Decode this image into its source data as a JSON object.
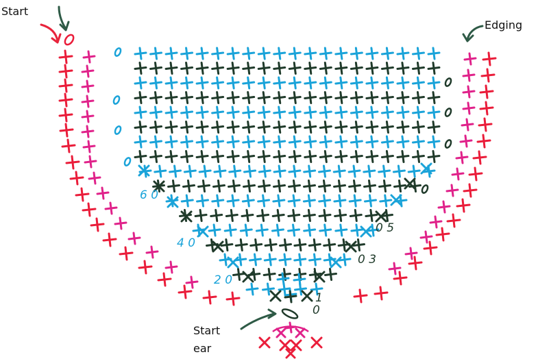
{
  "labels": {
    "start": "Start",
    "edging": "Edging",
    "start_ear_line1": "Start",
    "start_ear_line2": "ear"
  },
  "row_numbers": [
    "0",
    "0",
    "0",
    "0",
    "0",
    "0",
    "0",
    "0",
    "0",
    "0",
    "0",
    "5",
    "3",
    "1",
    "2",
    "4",
    "6"
  ],
  "row_number_text": {
    "left_60": "6 0",
    "left_40": "4 0",
    "left_20": "2 0",
    "right_05": "0 5",
    "right_03": "0 3",
    "right_1": "1",
    "ear_0": "0"
  },
  "colors": {
    "blue": "#1aa3d9",
    "dark_green": "#1f3a2a",
    "red": "#ea1d3a",
    "magenta": "#e0228a",
    "arrow_green": "#2e5a46",
    "arrow_red": "#e8243c"
  },
  "stitch_symbols": {
    "single_crochet": "+",
    "chain": "o",
    "decrease": "x"
  }
}
